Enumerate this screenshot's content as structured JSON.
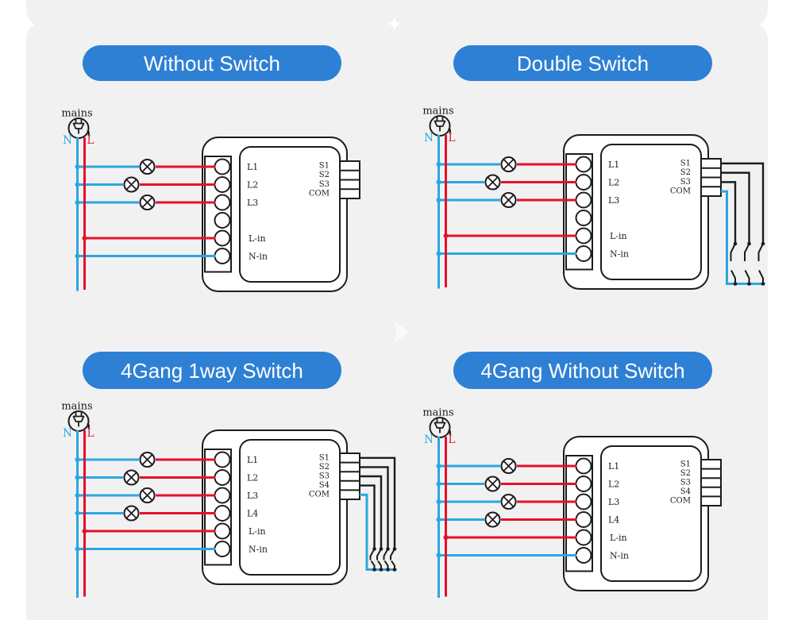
{
  "page": {
    "background_color": "#f1f1f2",
    "margin_color": "#ffffff"
  },
  "colors": {
    "neutral_wire": "#2aa7e0",
    "live_wire": "#e5102b",
    "signal_wire": "#1c1c1c",
    "outline": "#1c1c1c",
    "module_fill": "#ffffff",
    "pill_bg": "#2e80d4",
    "pill_text": "#ffffff"
  },
  "shared": {
    "mains_label": "mains",
    "neutral_label": "N",
    "live_label": "L"
  },
  "panels": [
    {
      "id": "without-switch",
      "title": "Without Switch",
      "gangs": 3,
      "switches": 0,
      "terminal_labels": [
        "L1",
        "L2",
        "L3",
        "",
        "L-in",
        "N-in"
      ],
      "signal_labels": [
        "S1",
        "S2",
        "S3",
        "COM"
      ]
    },
    {
      "id": "double-switch",
      "title": "Double Switch",
      "gangs": 3,
      "switches": 3,
      "terminal_labels": [
        "L1",
        "L2",
        "L3",
        "",
        "L-in",
        "N-in"
      ],
      "signal_labels": [
        "S1",
        "S2",
        "S3",
        "COM"
      ]
    },
    {
      "id": "4gang-1way-switch",
      "title": "4Gang 1way Switch",
      "gangs": 4,
      "switches": 4,
      "terminal_labels": [
        "L1",
        "L2",
        "L3",
        "L4",
        "L-in",
        "N-in"
      ],
      "signal_labels": [
        "S1",
        "S2",
        "S3",
        "S4",
        "COM"
      ]
    },
    {
      "id": "4gang-without-switch",
      "title": "4Gang Without Switch",
      "gangs": 4,
      "switches": 0,
      "terminal_labels": [
        "L1",
        "L2",
        "L3",
        "L4",
        "L-in",
        "N-in"
      ],
      "signal_labels": [
        "S1",
        "S2",
        "S3",
        "S4",
        "COM"
      ]
    }
  ]
}
